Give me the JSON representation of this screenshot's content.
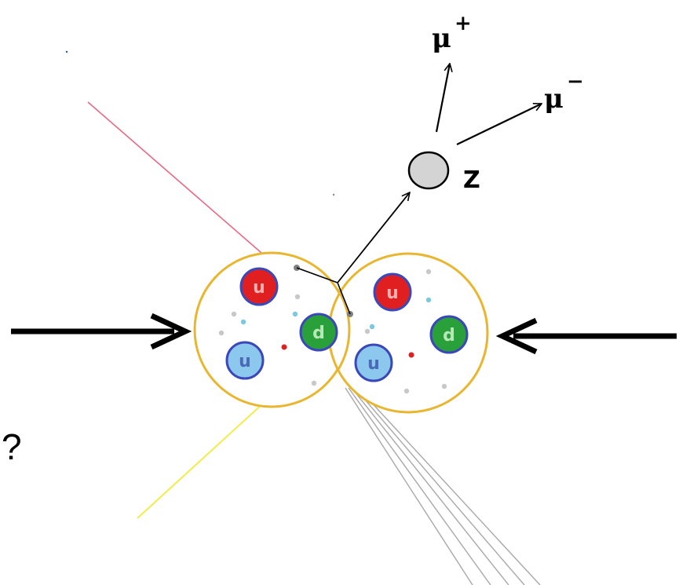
{
  "labels": {
    "mu_plus": "μ",
    "mu_plus_sup": "+",
    "mu_minus": "μ",
    "mu_minus_sup": "−",
    "z": "Z",
    "question": "?"
  },
  "quarks": {
    "left": [
      {
        "flavor": "u",
        "color": "red"
      },
      {
        "flavor": "d",
        "color": "green"
      },
      {
        "flavor": "u",
        "color": "blue"
      }
    ],
    "right": [
      {
        "flavor": "u",
        "color": "red"
      },
      {
        "flavor": "d",
        "color": "green"
      },
      {
        "flavor": "u",
        "color": "blue"
      }
    ]
  },
  "colors": {
    "proton_outline": "#e8b630",
    "quark_red": "#e02020",
    "quark_green": "#2aa03a",
    "quark_blue": "#8cc7ee",
    "quark_border": "#3b49b8",
    "z_fill": "#d4d4d4",
    "pink_track": "#e86a86",
    "yellow_track": "#f2ec4a",
    "gray_tracks": "#a8a8a8"
  }
}
